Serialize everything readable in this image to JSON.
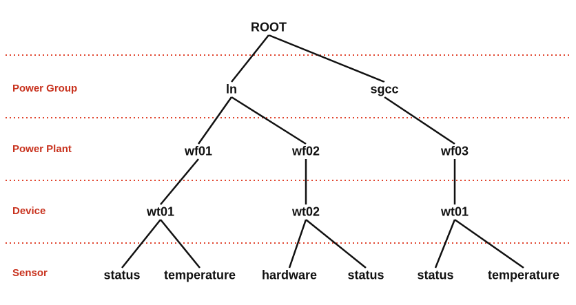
{
  "colors": {
    "separator": "#e0432c",
    "level_label": "#c8321e",
    "node_text": "#111111",
    "edge": "#111111"
  },
  "levels": [
    {
      "label": "Power Group"
    },
    {
      "label": "Power Plant"
    },
    {
      "label": "Device"
    },
    {
      "label": "Sensor"
    }
  ],
  "tree": {
    "nodes": [
      {
        "id": "root",
        "label": "ROOT"
      },
      {
        "id": "ln",
        "label": "ln"
      },
      {
        "id": "sgcc",
        "label": "sgcc"
      },
      {
        "id": "wf01",
        "label": "wf01"
      },
      {
        "id": "wf02",
        "label": "wf02"
      },
      {
        "id": "wf03",
        "label": "wf03"
      },
      {
        "id": "wt01a",
        "label": "wt01"
      },
      {
        "id": "wt02",
        "label": "wt02"
      },
      {
        "id": "wt01b",
        "label": "wt01"
      },
      {
        "id": "s1",
        "label": "status"
      },
      {
        "id": "s2",
        "label": "temperature"
      },
      {
        "id": "s3",
        "label": "hardware"
      },
      {
        "id": "s4",
        "label": "status"
      },
      {
        "id": "s5",
        "label": "status"
      },
      {
        "id": "s6",
        "label": "temperature"
      }
    ],
    "edges": [
      [
        "root",
        "ln"
      ],
      [
        "root",
        "sgcc"
      ],
      [
        "ln",
        "wf01"
      ],
      [
        "ln",
        "wf02"
      ],
      [
        "sgcc",
        "wf03"
      ],
      [
        "wf01",
        "wt01a"
      ],
      [
        "wf02",
        "wt02"
      ],
      [
        "wf03",
        "wt01b"
      ],
      [
        "wt01a",
        "s1"
      ],
      [
        "wt01a",
        "s2"
      ],
      [
        "wt02",
        "s3"
      ],
      [
        "wt02",
        "s4"
      ],
      [
        "wt01b",
        "s5"
      ],
      [
        "wt01b",
        "s6"
      ]
    ]
  }
}
